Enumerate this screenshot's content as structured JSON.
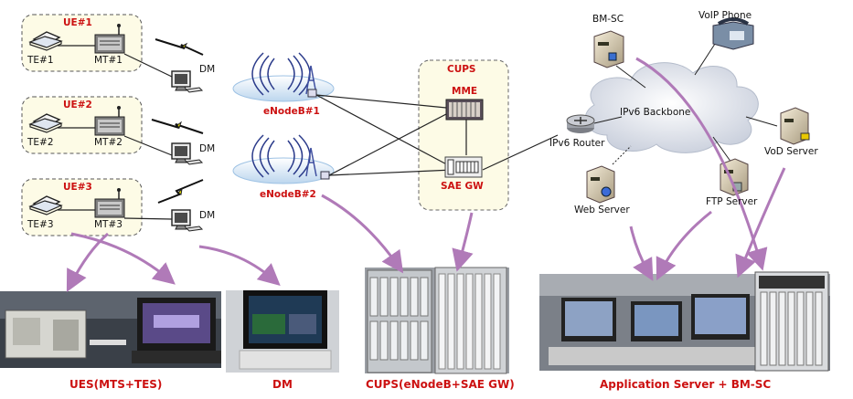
{
  "ue_groups": [
    {
      "title": "UE#1",
      "te": "TE#1",
      "mt": "MT#1"
    },
    {
      "title": "UE#2",
      "te": "TE#2",
      "mt": "MT#2"
    },
    {
      "title": "UE#3",
      "te": "TE#3",
      "mt": "MT#3"
    }
  ],
  "dm_label": "DM",
  "enodeb": [
    "eNodeB#1",
    "eNodeB#2"
  ],
  "cups": {
    "title": "CUPS",
    "mme": "MME",
    "sae": "SAE GW"
  },
  "network": {
    "bmsc": "BM-SC",
    "voip": "VoIP Phone",
    "backbone": "IPv6 Backbone",
    "router": "IPv6 Router",
    "vod": "VoD Server",
    "web": "Web Server",
    "ftp": "FTP Server"
  },
  "captions": [
    "UES(MTS+TES)",
    "DM",
    "CUPS(eNodeB+SAE GW)",
    "Application Server + BM-SC"
  ],
  "colors": {
    "accent_red": "#cc1111",
    "arrow_purple": "#b07ab8",
    "cloud": "#d6dbe6",
    "dash_box_fill": "#fdfbe6",
    "dash_box_border": "#777777"
  }
}
